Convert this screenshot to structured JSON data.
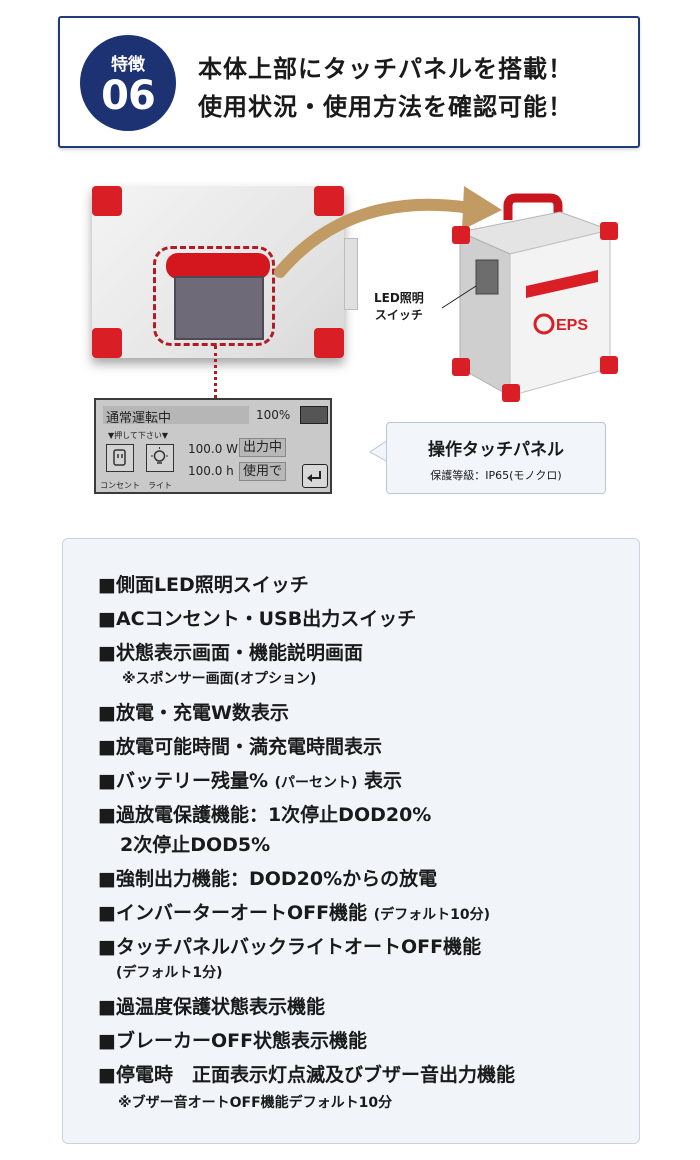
{
  "header": {
    "badge_top": "特徴",
    "badge_number": "06",
    "headline_line1": "本体上部にタッチパネルを搭載！",
    "headline_line2": "使用状況・使用方法を確認可能！"
  },
  "device_label": {
    "line1": "LED照明",
    "line2": "スイッチ"
  },
  "panel_display": {
    "status": "通常運転中",
    "battery_percent": "100%",
    "hint": "▼押して下さい▼",
    "outlet_label": "コンセント",
    "light_label": "ライト",
    "output_value": "100.0 W",
    "output_tag": "出力中",
    "time_value": "100.0 h",
    "time_tag": "使用で"
  },
  "callout": {
    "title": "操作タッチパネル",
    "subtitle": "保護等級：IP65(モノクロ)"
  },
  "features": [
    {
      "text": "■側面LED照明スイッチ"
    },
    {
      "text": "■ACコンセント・USB出力スイッチ"
    },
    {
      "text": "■状態表示画面・機能説明画面"
    },
    {
      "note": "※スポンサー画面(オプション)"
    },
    {
      "text": "■放電・充電W数表示"
    },
    {
      "text": "■放電可能時間・満充電時間表示"
    },
    {
      "text": "■バッテリー残量%",
      "small": "(パーセント)",
      "tail": "表示"
    },
    {
      "text": "■過放電保護機能：1次停止DOD20%"
    },
    {
      "text": "2次停止DOD5%"
    },
    {
      "text": "■強制出力機能：DOD20%からの放電"
    },
    {
      "text": "■インバーターオートOFF機能",
      "small": "(デフォルト10分)"
    },
    {
      "text": "■タッチパネルバックライトオートOFF機能"
    },
    {
      "note": "(デフォルト1分)"
    },
    {
      "text": "■過温度保護状態表示機能"
    },
    {
      "text": "■ブレーカーOFF状態表示機能"
    },
    {
      "text": "■停電時　正面表示灯点滅及びブザー音出力機能"
    },
    {
      "note": "※ブザー音オートOFF機能デフォルト10分"
    }
  ],
  "colors": {
    "navy": "#1d3273",
    "red": "#d91e26",
    "dashed_red": "#b01b24",
    "box_bg": "#f1f5fa"
  }
}
